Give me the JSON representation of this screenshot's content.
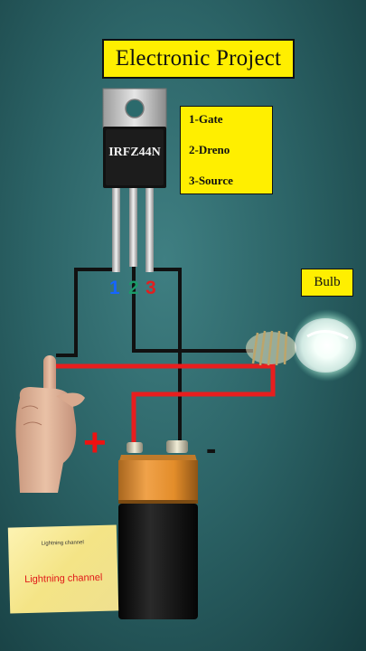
{
  "title": "Electronic Project",
  "transistor": {
    "label": "IRFZ44N"
  },
  "pins": [
    "1-Gate",
    "2-Dreno",
    "3-Source"
  ],
  "pin_numbers": [
    "1",
    "2",
    "3"
  ],
  "bulb_label": "Bulb",
  "battery": {
    "plus": "+",
    "minus": "-"
  },
  "watermark": {
    "small": "Lightning channel",
    "big": "Lightning channel"
  },
  "colors": {
    "label_bg": "#ffef00",
    "wire_black": "#111111",
    "wire_red": "#e81e1e",
    "pin1": "#1565ff",
    "pin2": "#1a9a6a",
    "pin3": "#e02020"
  }
}
